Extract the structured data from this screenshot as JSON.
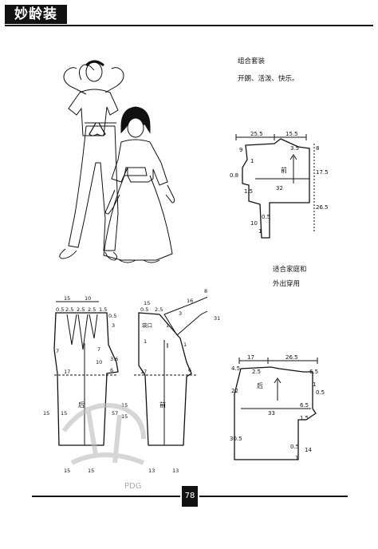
{
  "header": {
    "title": "妙龄装"
  },
  "captions": {
    "top_title": "组合套装",
    "top_desc": "开朗、活泼、快乐。",
    "bottom_title": "适合家庭和",
    "bottom_desc": "外出穿用"
  },
  "page_number": "78",
  "watermark": {
    "text": "PDG"
  },
  "pattern_top_right": {
    "labels": [
      "25.5",
      "15.5",
      "9",
      "3.5",
      "8",
      "1",
      "0.8",
      "17.5",
      "1.5",
      "32",
      "26.5",
      "0.5",
      "10",
      "1",
      "前"
    ]
  },
  "pattern_trousers": {
    "labels": [
      "15",
      "10",
      "0.5",
      "2.5",
      "2.5",
      "2.5",
      "1.5",
      "0.5",
      "3",
      "7",
      "7",
      "3.6",
      "10",
      "6",
      "17",
      "后",
      "15",
      "15",
      "15",
      "15",
      "57",
      "15",
      "15",
      "6",
      "13",
      "13",
      "15",
      "袋口",
      "0.5",
      "2.5",
      "1",
      "1",
      "17",
      "前",
      "1"
    ]
  },
  "pattern_sleeve": {
    "labels": [
      "8",
      "31",
      "16",
      "3"
    ]
  },
  "pattern_bottom_right": {
    "labels": [
      "17",
      "26.5",
      "4.5",
      "2.5",
      "6.5",
      "1",
      "0.5",
      "后",
      "22",
      "33",
      "6.5",
      "1.5",
      "30.5",
      "0.5",
      "14",
      "1"
    ]
  }
}
